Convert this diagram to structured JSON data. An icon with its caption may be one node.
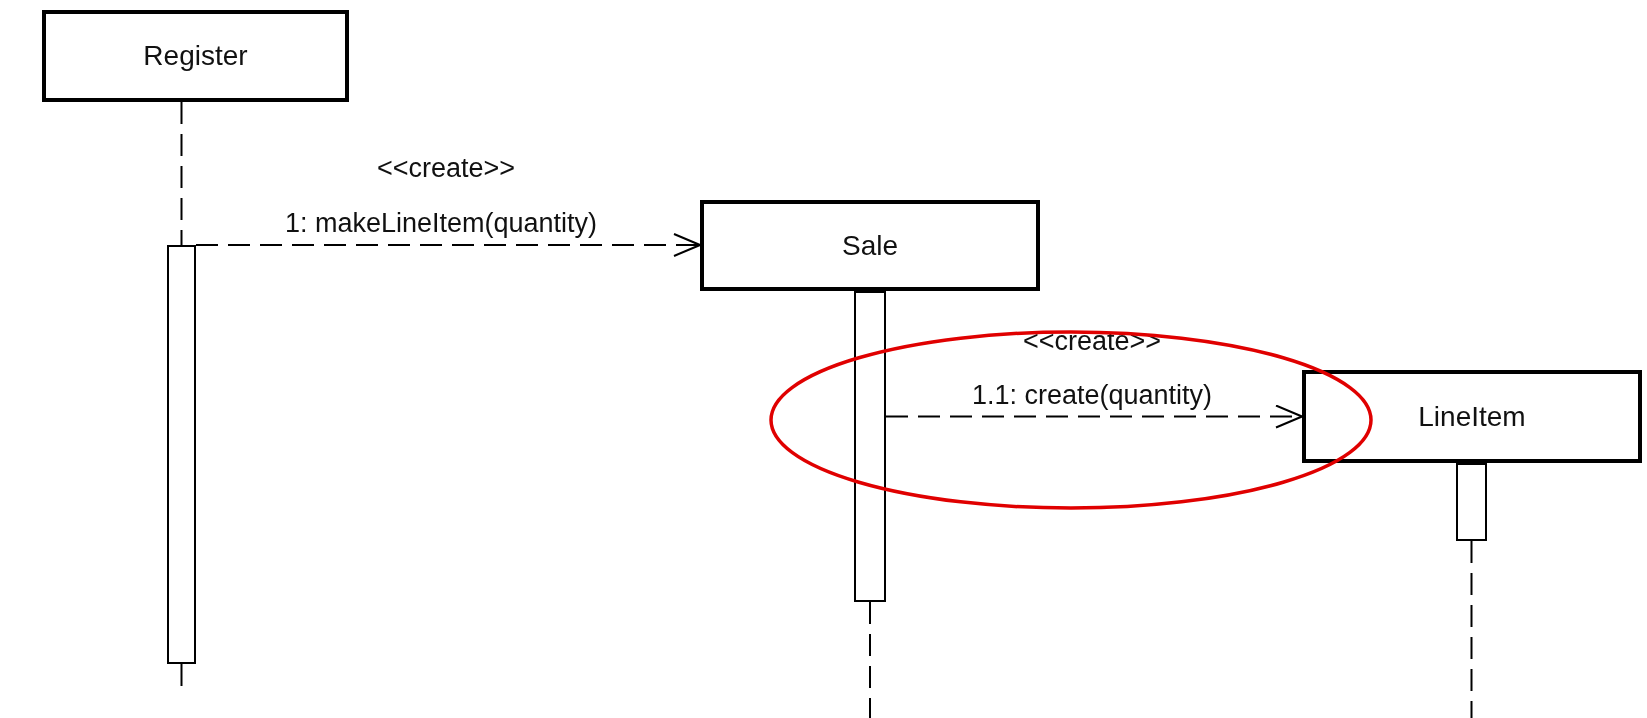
{
  "diagram": {
    "nodes": [
      {
        "text": [
          "Register"
        ]
      },
      {
        "text": [],
        "shape": "bar"
      },
      {
        "text": [
          "Sale"
        ]
      },
      {
        "text": [],
        "shape": "bar"
      },
      {
        "text": [
          "LineItem"
        ]
      },
      {
        "text": [],
        "shape": "bar"
      }
    ],
    "edges": [
      {
        "from": 0,
        "to": 1,
        "arrow": "none",
        "style": "dashed"
      },
      {
        "from": 1,
        "to": 2,
        "arrow": "to",
        "style": "dashed",
        "label": "1: makeLineItem(quantity)"
      },
      {
        "from": 3,
        "to": 4,
        "arrow": "to",
        "style": "dashed",
        "label": "1.1: create(quantity)"
      },
      {
        "from": 1,
        "to": null,
        "arrow": "none",
        "style": "dashed"
      },
      {
        "from": 3,
        "to": null,
        "arrow": "none",
        "style": "dashed"
      },
      {
        "from": 5,
        "to": null,
        "arrow": "none",
        "style": "dashed"
      }
    ],
    "labels": [
      "<<create>>",
      "<<create>>"
    ]
  }
}
